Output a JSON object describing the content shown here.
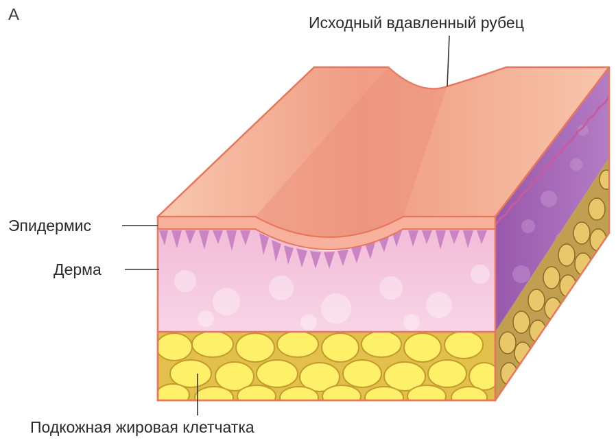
{
  "figure": {
    "panel_letter": "А",
    "labels": {
      "scar": "Исходный вдавленный рубец",
      "epidermis": "Эпидермис",
      "dermis": "Дерма",
      "subcutaneous_fat": "Подкожная жировая клетчатка"
    },
    "colors": {
      "skin_surface": "#f6b89a",
      "scar_trough": "#ee9a86",
      "outline": "#e8765c",
      "dermis_front": "#f4c4dc",
      "dermis_side": "#a46cb6",
      "epidermal_ridge": "#c788c4",
      "fat_lobule": "#fff06a",
      "fat_side": "#c2a356",
      "leader_line": "#333333"
    }
  }
}
